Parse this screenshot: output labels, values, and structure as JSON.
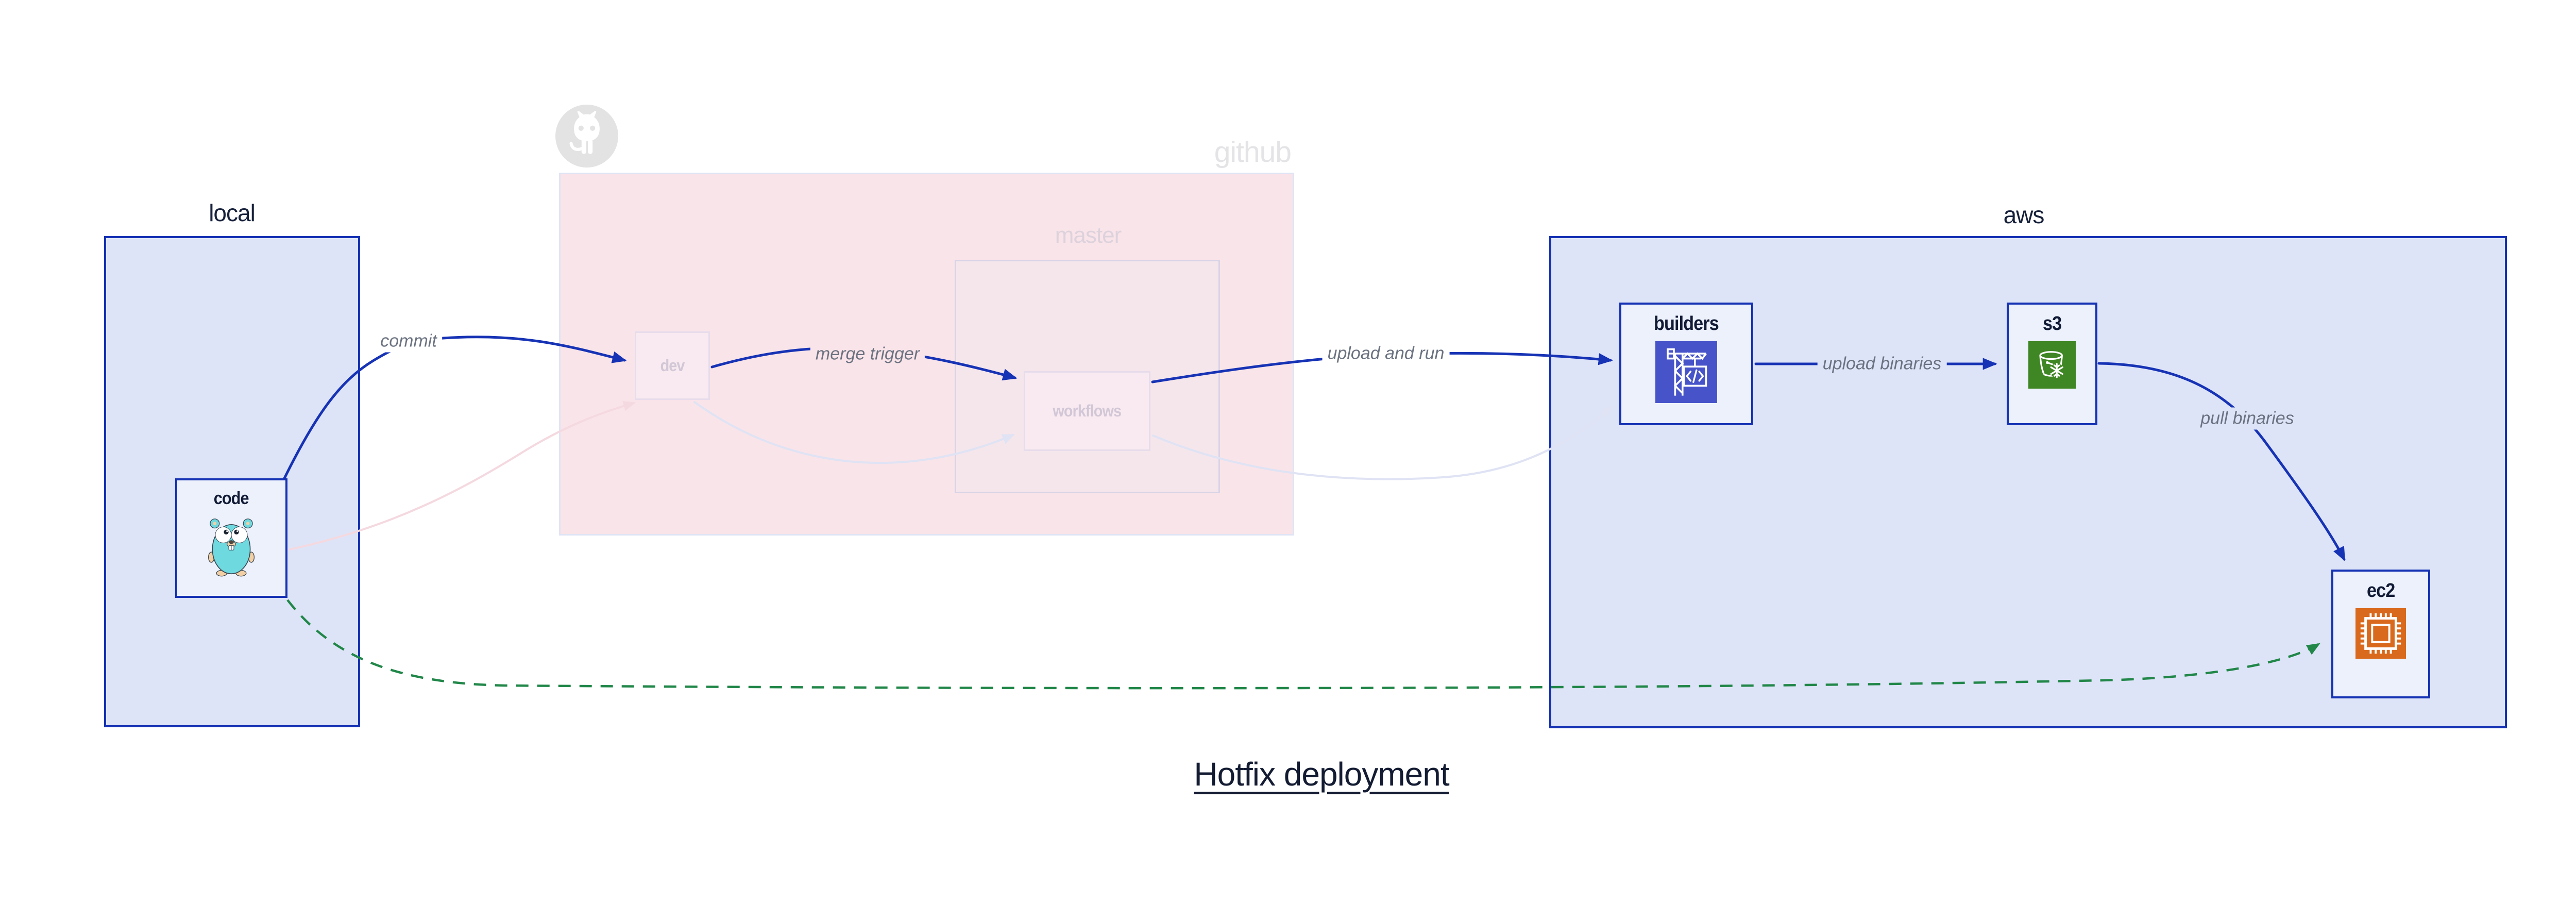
{
  "title": "Hotfix deployment",
  "containers": {
    "local": {
      "label": "local"
    },
    "github": {
      "watermark": "github",
      "logo_icon": "github-octocat-logo",
      "master": {
        "label": "master"
      }
    },
    "aws": {
      "label": "aws"
    }
  },
  "nodes": {
    "code": {
      "label": "code",
      "icon": "go-gopher-icon"
    },
    "dev": {
      "label": "dev"
    },
    "workflows": {
      "label": "workflows"
    },
    "builders": {
      "label": "builders",
      "icon": "aws-codebuild-icon"
    },
    "s3": {
      "label": "s3",
      "icon": "aws-s3-glacier-icon"
    },
    "ec2": {
      "label": "ec2",
      "icon": "aws-ec2-icon"
    }
  },
  "edges": {
    "commit": {
      "label": "commit",
      "style": "solid-blue",
      "from": "code",
      "to": "dev"
    },
    "merge_trigger": {
      "label": "merge trigger",
      "style": "solid-blue",
      "from": "dev",
      "to": "workflows"
    },
    "upload_and_run": {
      "label": "upload and run",
      "style": "solid-blue",
      "from": "workflows",
      "to": "builders"
    },
    "upload_binaries": {
      "label": "upload binaries",
      "style": "solid-blue",
      "from": "builders",
      "to": "s3"
    },
    "pull_binaries": {
      "label": "pull binaries",
      "style": "solid-blue",
      "from": "s3",
      "to": "ec2"
    },
    "hotfix_path": {
      "label": "",
      "style": "dashed-green",
      "from": "code",
      "to": "ec2"
    },
    "ghost_commit": {
      "label": "",
      "style": "faded-pink",
      "from": "code",
      "to": "dev"
    },
    "ghost_merge": {
      "label": "",
      "style": "faded-lavender",
      "from": "dev",
      "to": "workflows"
    },
    "ghost_upload": {
      "label": "",
      "style": "faded-lavender",
      "from": "workflows",
      "to": "builders"
    }
  },
  "colors": {
    "blue_edge": "#1733b5",
    "green_edge": "#218749",
    "container_fill": "#dee4f8",
    "container_border": "#1632b4",
    "node_fill": "#edf1fc",
    "github_fill": "#f9e4e9",
    "github_border": "#dfe4f5",
    "master_fill": "#f5e6ec",
    "master_border": "#d9d3e6",
    "ghost_pink": "#f5d9e0",
    "ghost_lavender": "#dfe3f4",
    "edge_label_gray": "#6b7280",
    "dark_text": "#16203a",
    "watermark_gray": "#e4e4e7",
    "codebuild_icon_bg": "#4754c9",
    "s3_icon_bg": "#3f8624",
    "ec2_icon_bg": "#d9691c",
    "gopher_teal": "#6fd9e0"
  }
}
